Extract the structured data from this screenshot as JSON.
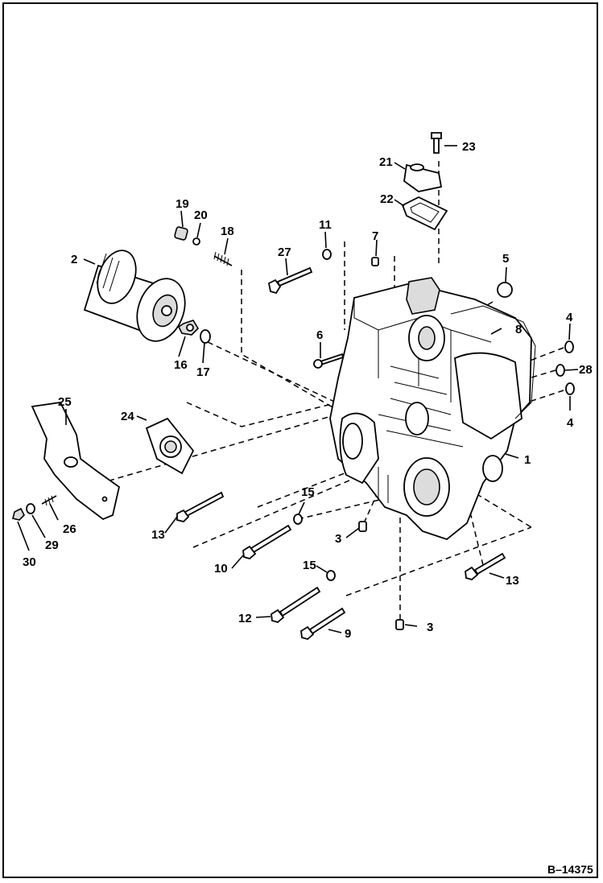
{
  "callouts": [
    {
      "id": "c1",
      "text": "1"
    },
    {
      "id": "c2",
      "text": "2"
    },
    {
      "id": "c3a",
      "text": "3"
    },
    {
      "id": "c3b",
      "text": "3"
    },
    {
      "id": "c4a",
      "text": "4"
    },
    {
      "id": "c4b",
      "text": "4"
    },
    {
      "id": "c5",
      "text": "5"
    },
    {
      "id": "c6",
      "text": "6"
    },
    {
      "id": "c7",
      "text": "7"
    },
    {
      "id": "c8",
      "text": "8"
    },
    {
      "id": "c9",
      "text": "9"
    },
    {
      "id": "c10",
      "text": "10"
    },
    {
      "id": "c11",
      "text": "11"
    },
    {
      "id": "c12",
      "text": "12"
    },
    {
      "id": "c13a",
      "text": "13"
    },
    {
      "id": "c13b",
      "text": "13"
    },
    {
      "id": "c15a",
      "text": "15"
    },
    {
      "id": "c15b",
      "text": "15"
    },
    {
      "id": "c16",
      "text": "16"
    },
    {
      "id": "c17",
      "text": "17"
    },
    {
      "id": "c18",
      "text": "18"
    },
    {
      "id": "c19",
      "text": "19"
    },
    {
      "id": "c20",
      "text": "20"
    },
    {
      "id": "c21",
      "text": "21"
    },
    {
      "id": "c22",
      "text": "22"
    },
    {
      "id": "c23",
      "text": "23"
    },
    {
      "id": "c24",
      "text": "24"
    },
    {
      "id": "c25",
      "text": "25"
    },
    {
      "id": "c26",
      "text": "26"
    },
    {
      "id": "c27",
      "text": "27"
    },
    {
      "id": "c28",
      "text": "28"
    },
    {
      "id": "c29",
      "text": "29"
    },
    {
      "id": "c30",
      "text": "30"
    }
  ],
  "figure_ref": "B–14375"
}
